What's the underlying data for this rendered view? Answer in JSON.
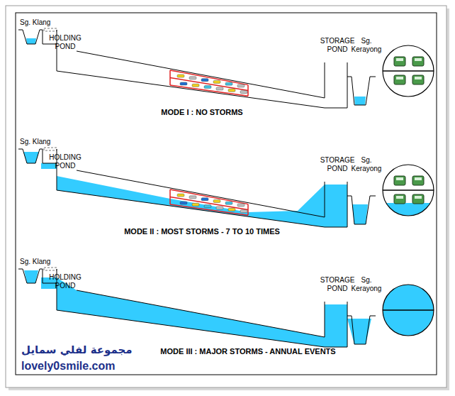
{
  "diagram": {
    "labels": [
      "Sg. Klang",
      "HOLDING POND",
      "STORAGE POND",
      "Sg. Kerayong",
      "MODE I  :  NO STORMS",
      "Sg. Klang",
      "HOLDING POND",
      "STORAGE POND",
      "Sg. Kerayong",
      "MODE II  :  MOST STORMS - 7 TO 10 TIMES",
      "Sg. Klang",
      "HOLDING POND",
      "STORAGE POND",
      "Sg. Kerayong",
      "MODE III  :  MAJOR STORMS - ANNUAL EVENTS",
      "مجموعة لفلي سمايل",
      "lovely0smile.com"
    ]
  }
}
